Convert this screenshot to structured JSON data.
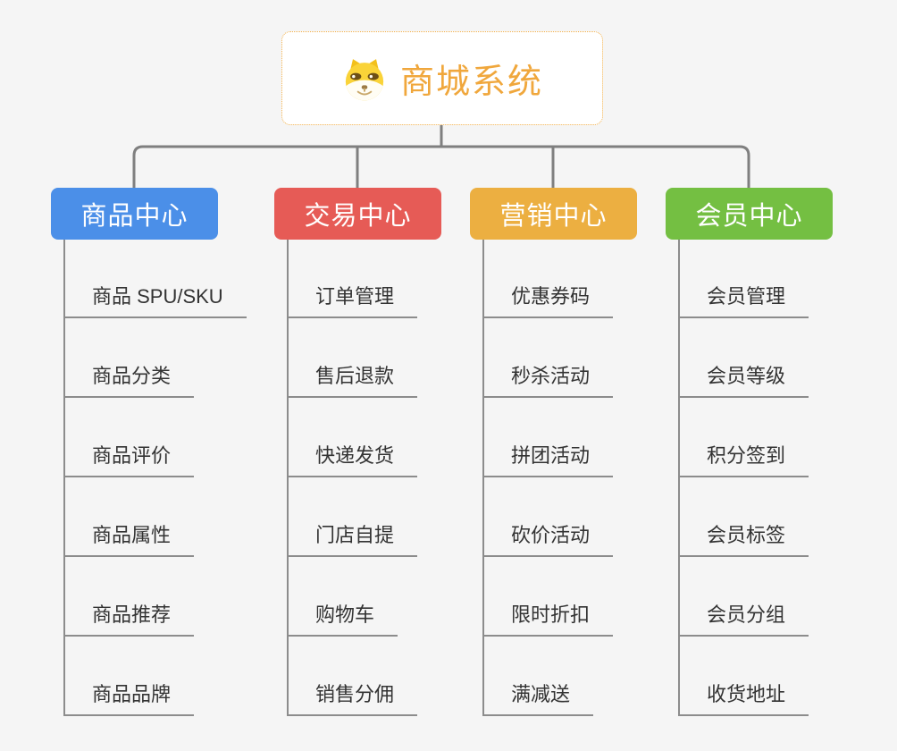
{
  "root": {
    "title": "商城系统",
    "icon": "dog-face-icon"
  },
  "branches": [
    {
      "label": "商品中心",
      "color": "#4B8FE8",
      "items": [
        "商品 SPU/SKU",
        "商品分类",
        "商品评价",
        "商品属性",
        "商品推荐",
        "商品品牌"
      ]
    },
    {
      "label": "交易中心",
      "color": "#E65B56",
      "items": [
        "订单管理",
        "售后退款",
        "快递发货",
        "门店自提",
        "购物车",
        "销售分佣"
      ]
    },
    {
      "label": "营销中心",
      "color": "#ECAF41",
      "items": [
        "优惠券码",
        "秒杀活动",
        "拼团活动",
        "砍价活动",
        "限时折扣",
        "满减送"
      ]
    },
    {
      "label": "会员中心",
      "color": "#74BF42",
      "items": [
        "会员管理",
        "会员等级",
        "积分签到",
        "会员标签",
        "会员分组",
        "收货地址"
      ]
    }
  ],
  "colors": {
    "background": "#F5F5F5",
    "root_accent": "#F0A73C",
    "root_border": "#F2B04A",
    "connector": "#7F7F7F",
    "leaf_line": "#8C8C8C",
    "leaf_text": "#333333"
  }
}
